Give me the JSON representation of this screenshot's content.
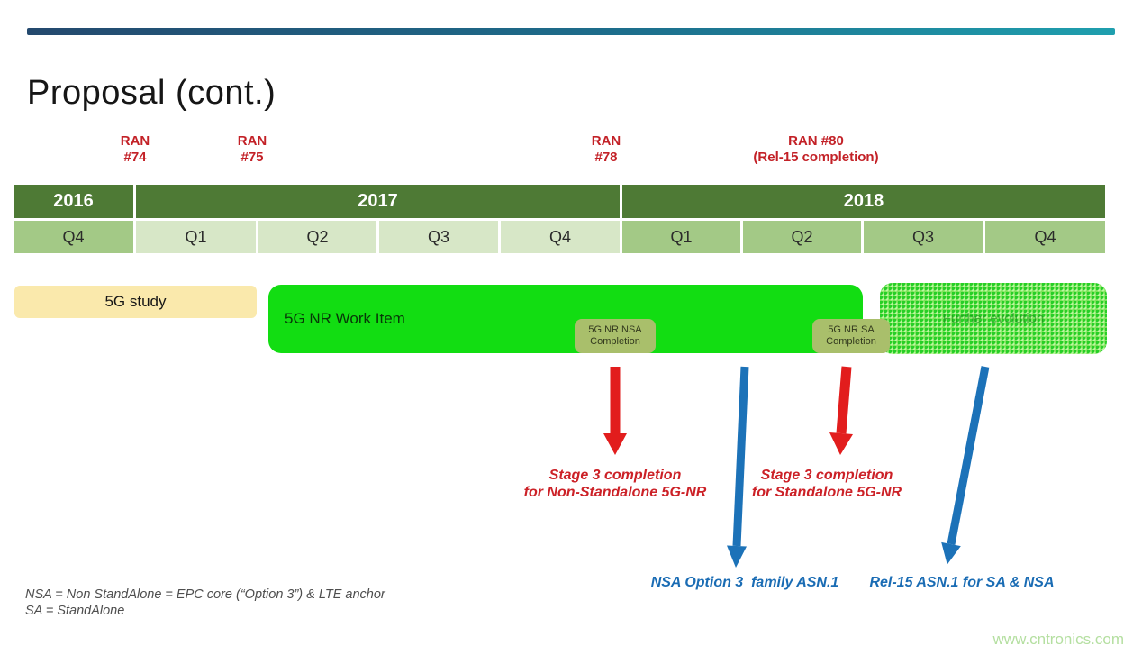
{
  "header": {
    "title": "Proposal (cont.)"
  },
  "ran_milestones": [
    {
      "line1": "RAN",
      "line2": "#74"
    },
    {
      "line1": "RAN",
      "line2": "#75"
    },
    {
      "line1": "RAN",
      "line2": "#78"
    },
    {
      "line1": "RAN #80",
      "line2": "(Rel-15 completion)"
    }
  ],
  "timeline": {
    "years": [
      {
        "label": "2016"
      },
      {
        "label": "2017"
      },
      {
        "label": "2018"
      }
    ],
    "quarters": [
      {
        "label": "Q4",
        "year": "2016"
      },
      {
        "label": "Q1",
        "year": "2017"
      },
      {
        "label": "Q2",
        "year": "2017"
      },
      {
        "label": "Q3",
        "year": "2017"
      },
      {
        "label": "Q4",
        "year": "2017"
      },
      {
        "label": "Q1",
        "year": "2018"
      },
      {
        "label": "Q2",
        "year": "2018"
      },
      {
        "label": "Q3",
        "year": "2018"
      },
      {
        "label": "Q4",
        "year": "2018"
      }
    ]
  },
  "bars": {
    "study": {
      "label": "5G study"
    },
    "work_item": {
      "label": "5G NR Work Item"
    },
    "further": {
      "label": "Further evolution"
    }
  },
  "milestone_boxes": {
    "nsa": {
      "line1": "5G NR NSA",
      "line2": "Completion"
    },
    "sa": {
      "line1": "5G NR SA",
      "line2": "Completion"
    }
  },
  "annotations": {
    "stage3_nsa": {
      "line1": "Stage 3 completion",
      "line2": "for Non-Standalone 5G-NR"
    },
    "stage3_sa": {
      "line1": "Stage 3 completion",
      "line2": "for Standalone 5G-NR"
    },
    "asn1_nsa": "NSA Option 3  family ASN.1",
    "asn1_rel15": "Rel-15 ASN.1 for SA & NSA"
  },
  "footnotes": [
    "NSA = Non StandAlone = EPC core (“Option 3”) & LTE anchor",
    "SA = StandAlone"
  ],
  "watermark": "www.cntronics.com",
  "colors": {
    "accent_red": "#cc2127",
    "arrow_red": "#e21d1d",
    "accent_blue": "#1a6cb4",
    "year_green": "#4e7a35",
    "quarter_dark_green": "#a3c986",
    "quarter_light_green": "#d7e7c7",
    "study_yellow": "#fae9ac",
    "work_item_green": "#12dd12",
    "milestone_sage": "#a9bf6b",
    "watermark_green": "#b4dfa0"
  }
}
